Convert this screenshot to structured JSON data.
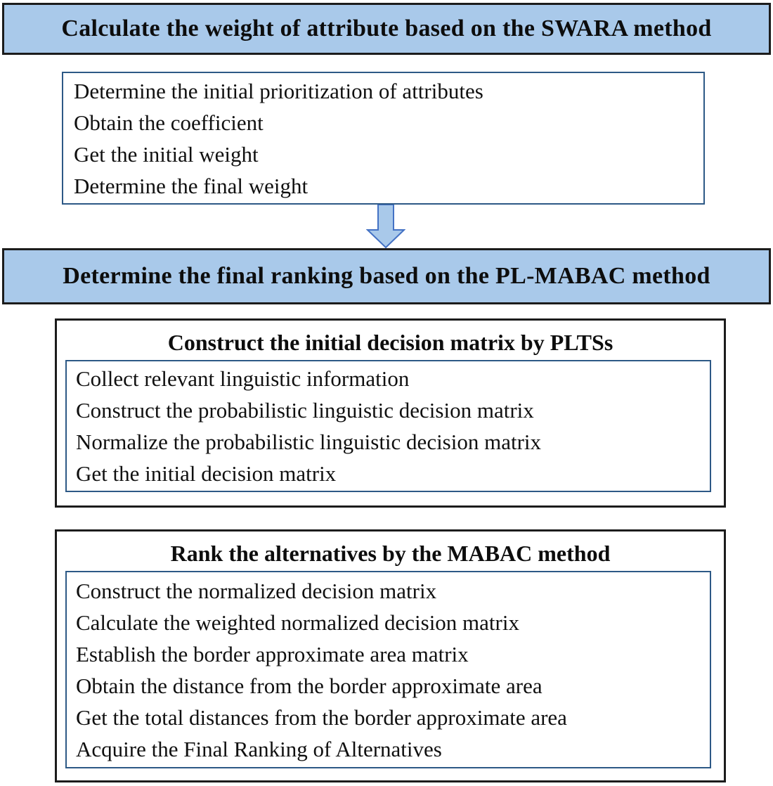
{
  "banner1": {
    "label": "Calculate the weight of attribute based on the SWARA method"
  },
  "swara": {
    "steps": [
      "Determine the initial prioritization of attributes",
      "Obtain the coefficient",
      "Get the initial weight",
      "Determine the final weight"
    ]
  },
  "banner2": {
    "label": "Determine the final ranking based on the PL-MABAC method"
  },
  "plts": {
    "title": "Construct the initial decision matrix by PLTSs",
    "steps": [
      "Collect relevant linguistic information",
      "Construct the probabilistic linguistic decision matrix",
      "Normalize the probabilistic linguistic decision matrix",
      "Get the initial decision matrix"
    ]
  },
  "mabac": {
    "title": "Rank the alternatives by the MABAC method",
    "steps": [
      "Construct the normalized decision matrix",
      "Calculate the weighted normalized decision matrix",
      "Establish the border approximate area matrix",
      "Obtain the distance from the border approximate area",
      "Get the total distances from the border approximate area",
      "Acquire the Final Ranking of Alternatives"
    ]
  },
  "icons": {
    "down_arrow": "down-arrow"
  },
  "colors": {
    "banner_fill": "#a9c9ea",
    "banner_border": "#1c1c1c",
    "inner_box_border": "#2d5986",
    "section_border": "#1c1c1c",
    "arrow_fill": "#a9c9ea",
    "arrow_stroke": "#4472c4",
    "text": "#0d0d0d"
  }
}
